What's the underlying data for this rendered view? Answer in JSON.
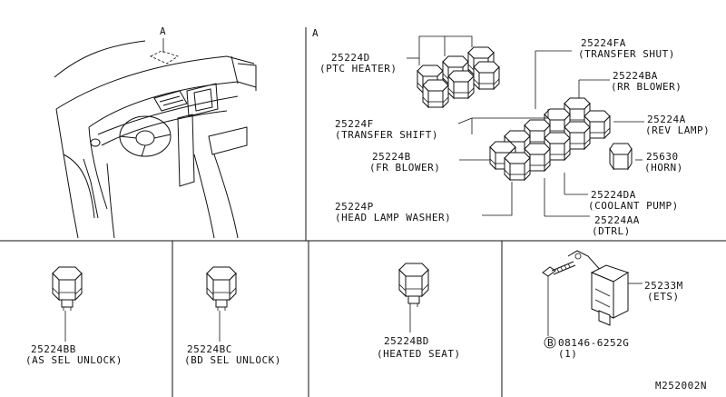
{
  "diagram": {
    "view_marker": "A",
    "overview_marker": "A",
    "diagram_code": "M252002N",
    "labels": {
      "ptc_heater": {
        "part": "25224D",
        "desc": "(PTC HEATER)"
      },
      "transfer_shut": {
        "part": "25224FA",
        "desc": "(TRANSFER SHUT)"
      },
      "rr_blower": {
        "part": "25224BA",
        "desc": "(RR BLOWER)"
      },
      "rev_lamp": {
        "part": "25224A",
        "desc": "(REV LAMP)"
      },
      "horn": {
        "part": "25630",
        "desc": "(HORN)"
      },
      "transfer_shift": {
        "part": "25224F",
        "desc": "(TRANSFER SHIFT)"
      },
      "fr_blower": {
        "part": "25224B",
        "desc": "(FR BLOWER)"
      },
      "coolant_pump": {
        "part": "25224DA",
        "desc": "(COOLANT PUMP)"
      },
      "head_lamp_washer": {
        "part": "25224P",
        "desc": "(HEAD LAMP WASHER)"
      },
      "dtrl": {
        "part": "25224AA",
        "desc": "(DTRL)"
      },
      "as_sel_unlock": {
        "part": "25224BB",
        "desc": "(AS SEL UNLOCK)"
      },
      "bd_sel_unlock": {
        "part": "25224BC",
        "desc": "(BD SEL UNLOCK)"
      },
      "heated_seat": {
        "part": "25224BD",
        "desc": "(HEATED SEAT)"
      },
      "ets": {
        "part": "25233M",
        "desc": "(ETS)"
      },
      "bolt": {
        "marker": "B",
        "part": "08146-6252G",
        "qty": "(1)"
      }
    }
  }
}
